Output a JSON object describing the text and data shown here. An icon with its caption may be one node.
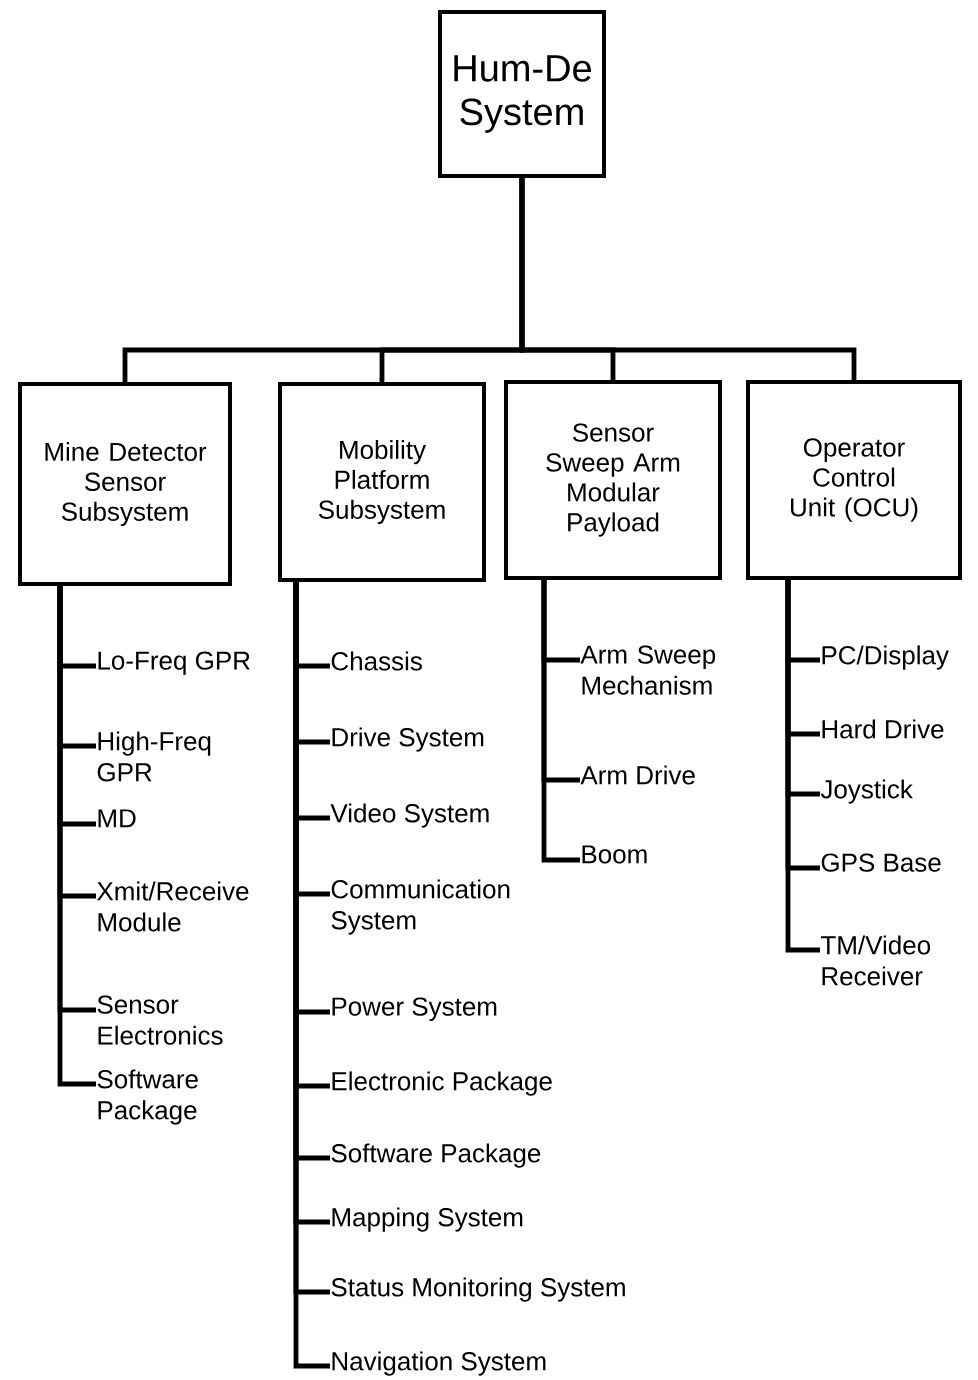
{
  "diagram": {
    "nodes": [
      {
        "text": [
          "Hum-De System"
        ]
      },
      {
        "text": [
          "Mine Detector Sensor Subsystem"
        ]
      },
      {
        "text": [
          "Mobility Platform Subsystem"
        ]
      },
      {
        "text": [
          "Sensor Sweep Arm Modular Payload"
        ]
      },
      {
        "text": [
          "Operator Control Unit (OCU)"
        ]
      },
      {
        "text": [
          "Lo-Freq GPR"
        ]
      },
      {
        "text": [
          "High-Freq GPR"
        ]
      },
      {
        "text": [
          "MD"
        ]
      },
      {
        "text": [
          "Xmit/Receive Module"
        ]
      },
      {
        "text": [
          "Sensor Electronics"
        ]
      },
      {
        "text": [
          "Software Package"
        ]
      },
      {
        "text": [
          "Chassis"
        ]
      },
      {
        "text": [
          "Drive System"
        ]
      },
      {
        "text": [
          "Video System"
        ]
      },
      {
        "text": [
          "Communication System"
        ]
      },
      {
        "text": [
          "Power System"
        ]
      },
      {
        "text": [
          "Electronic Package"
        ]
      },
      {
        "text": [
          "Software Package"
        ]
      },
      {
        "text": [
          "Mapping System"
        ]
      },
      {
        "text": [
          "Status Monitoring System"
        ]
      },
      {
        "text": [
          "Navigation System"
        ]
      },
      {
        "text": [
          "Arm Sweep Mechanism"
        ]
      },
      {
        "text": [
          "Arm Drive"
        ]
      },
      {
        "text": [
          "Boom"
        ]
      },
      {
        "text": [
          "PC/Display"
        ]
      },
      {
        "text": [
          "Hard Drive"
        ]
      },
      {
        "text": [
          "Joystick"
        ]
      },
      {
        "text": [
          "GPS Base"
        ]
      },
      {
        "text": [
          "TM/Video Receiver"
        ]
      }
    ],
    "edges": [
      {
        "from": 0,
        "to": 1,
        "arrow": "none"
      },
      {
        "from": 0,
        "to": 2,
        "arrow": "none"
      },
      {
        "from": 0,
        "to": 3,
        "arrow": "none"
      },
      {
        "from": 0,
        "to": 4,
        "arrow": "none"
      },
      {
        "from": 1,
        "to": 5,
        "arrow": "none"
      },
      {
        "from": 1,
        "to": 6,
        "arrow": "none"
      },
      {
        "from": 1,
        "to": 7,
        "arrow": "none"
      },
      {
        "from": 1,
        "to": 8,
        "arrow": "none"
      },
      {
        "from": 1,
        "to": 9,
        "arrow": "none"
      },
      {
        "from": 1,
        "to": 10,
        "arrow": "none"
      },
      {
        "from": 2,
        "to": 11,
        "arrow": "none"
      },
      {
        "from": 2,
        "to": 12,
        "arrow": "none"
      },
      {
        "from": 2,
        "to": 13,
        "arrow": "none"
      },
      {
        "from": 2,
        "to": 14,
        "arrow": "none"
      },
      {
        "from": 2,
        "to": 15,
        "arrow": "none"
      },
      {
        "from": 2,
        "to": 16,
        "arrow": "none"
      },
      {
        "from": 2,
        "to": 17,
        "arrow": "none"
      },
      {
        "from": 2,
        "to": 18,
        "arrow": "none"
      },
      {
        "from": 2,
        "to": 19,
        "arrow": "none"
      },
      {
        "from": 2,
        "to": 20,
        "arrow": "none"
      },
      {
        "from": 3,
        "to": 21,
        "arrow": "none"
      },
      {
        "from": 3,
        "to": 22,
        "arrow": "none"
      },
      {
        "from": 3,
        "to": 23,
        "arrow": "none"
      },
      {
        "from": 4,
        "to": 24,
        "arrow": "none"
      },
      {
        "from": 4,
        "to": 25,
        "arrow": "none"
      },
      {
        "from": 4,
        "to": 26,
        "arrow": "none"
      },
      {
        "from": 4,
        "to": 27,
        "arrow": "none"
      },
      {
        "from": 4,
        "to": 28,
        "arrow": "none"
      }
    ]
  }
}
